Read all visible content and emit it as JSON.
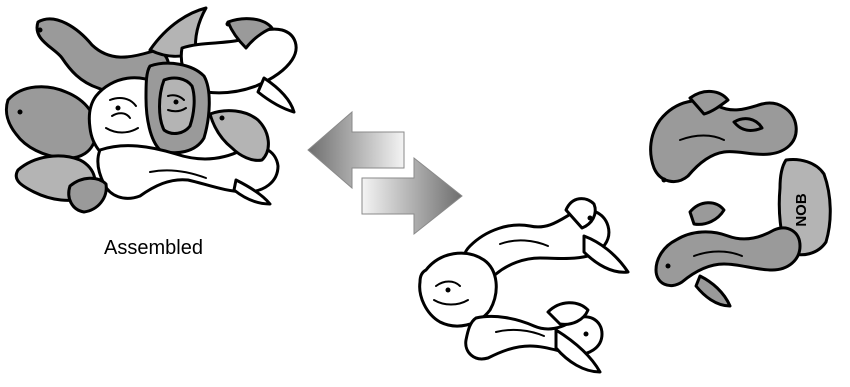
{
  "diagram": {
    "caption": "Assembled",
    "colors": {
      "outline": "#000000",
      "piece_dark": "#9a9a9a",
      "piece_mid": "#b4b4b4",
      "piece_light": "#ffffff",
      "arrow_dark": "#6e6e6e",
      "arrow_light": "#f4f4f4"
    },
    "pieces": [
      {
        "id": "assembled-puzzle",
        "shade": "mixed"
      },
      {
        "id": "white-shark-piece",
        "shade": "white"
      },
      {
        "id": "gray-shark-piece",
        "shade": "gray",
        "stamp": "NOB"
      }
    ],
    "arrows": [
      {
        "direction": "left"
      },
      {
        "direction": "right"
      }
    ]
  }
}
